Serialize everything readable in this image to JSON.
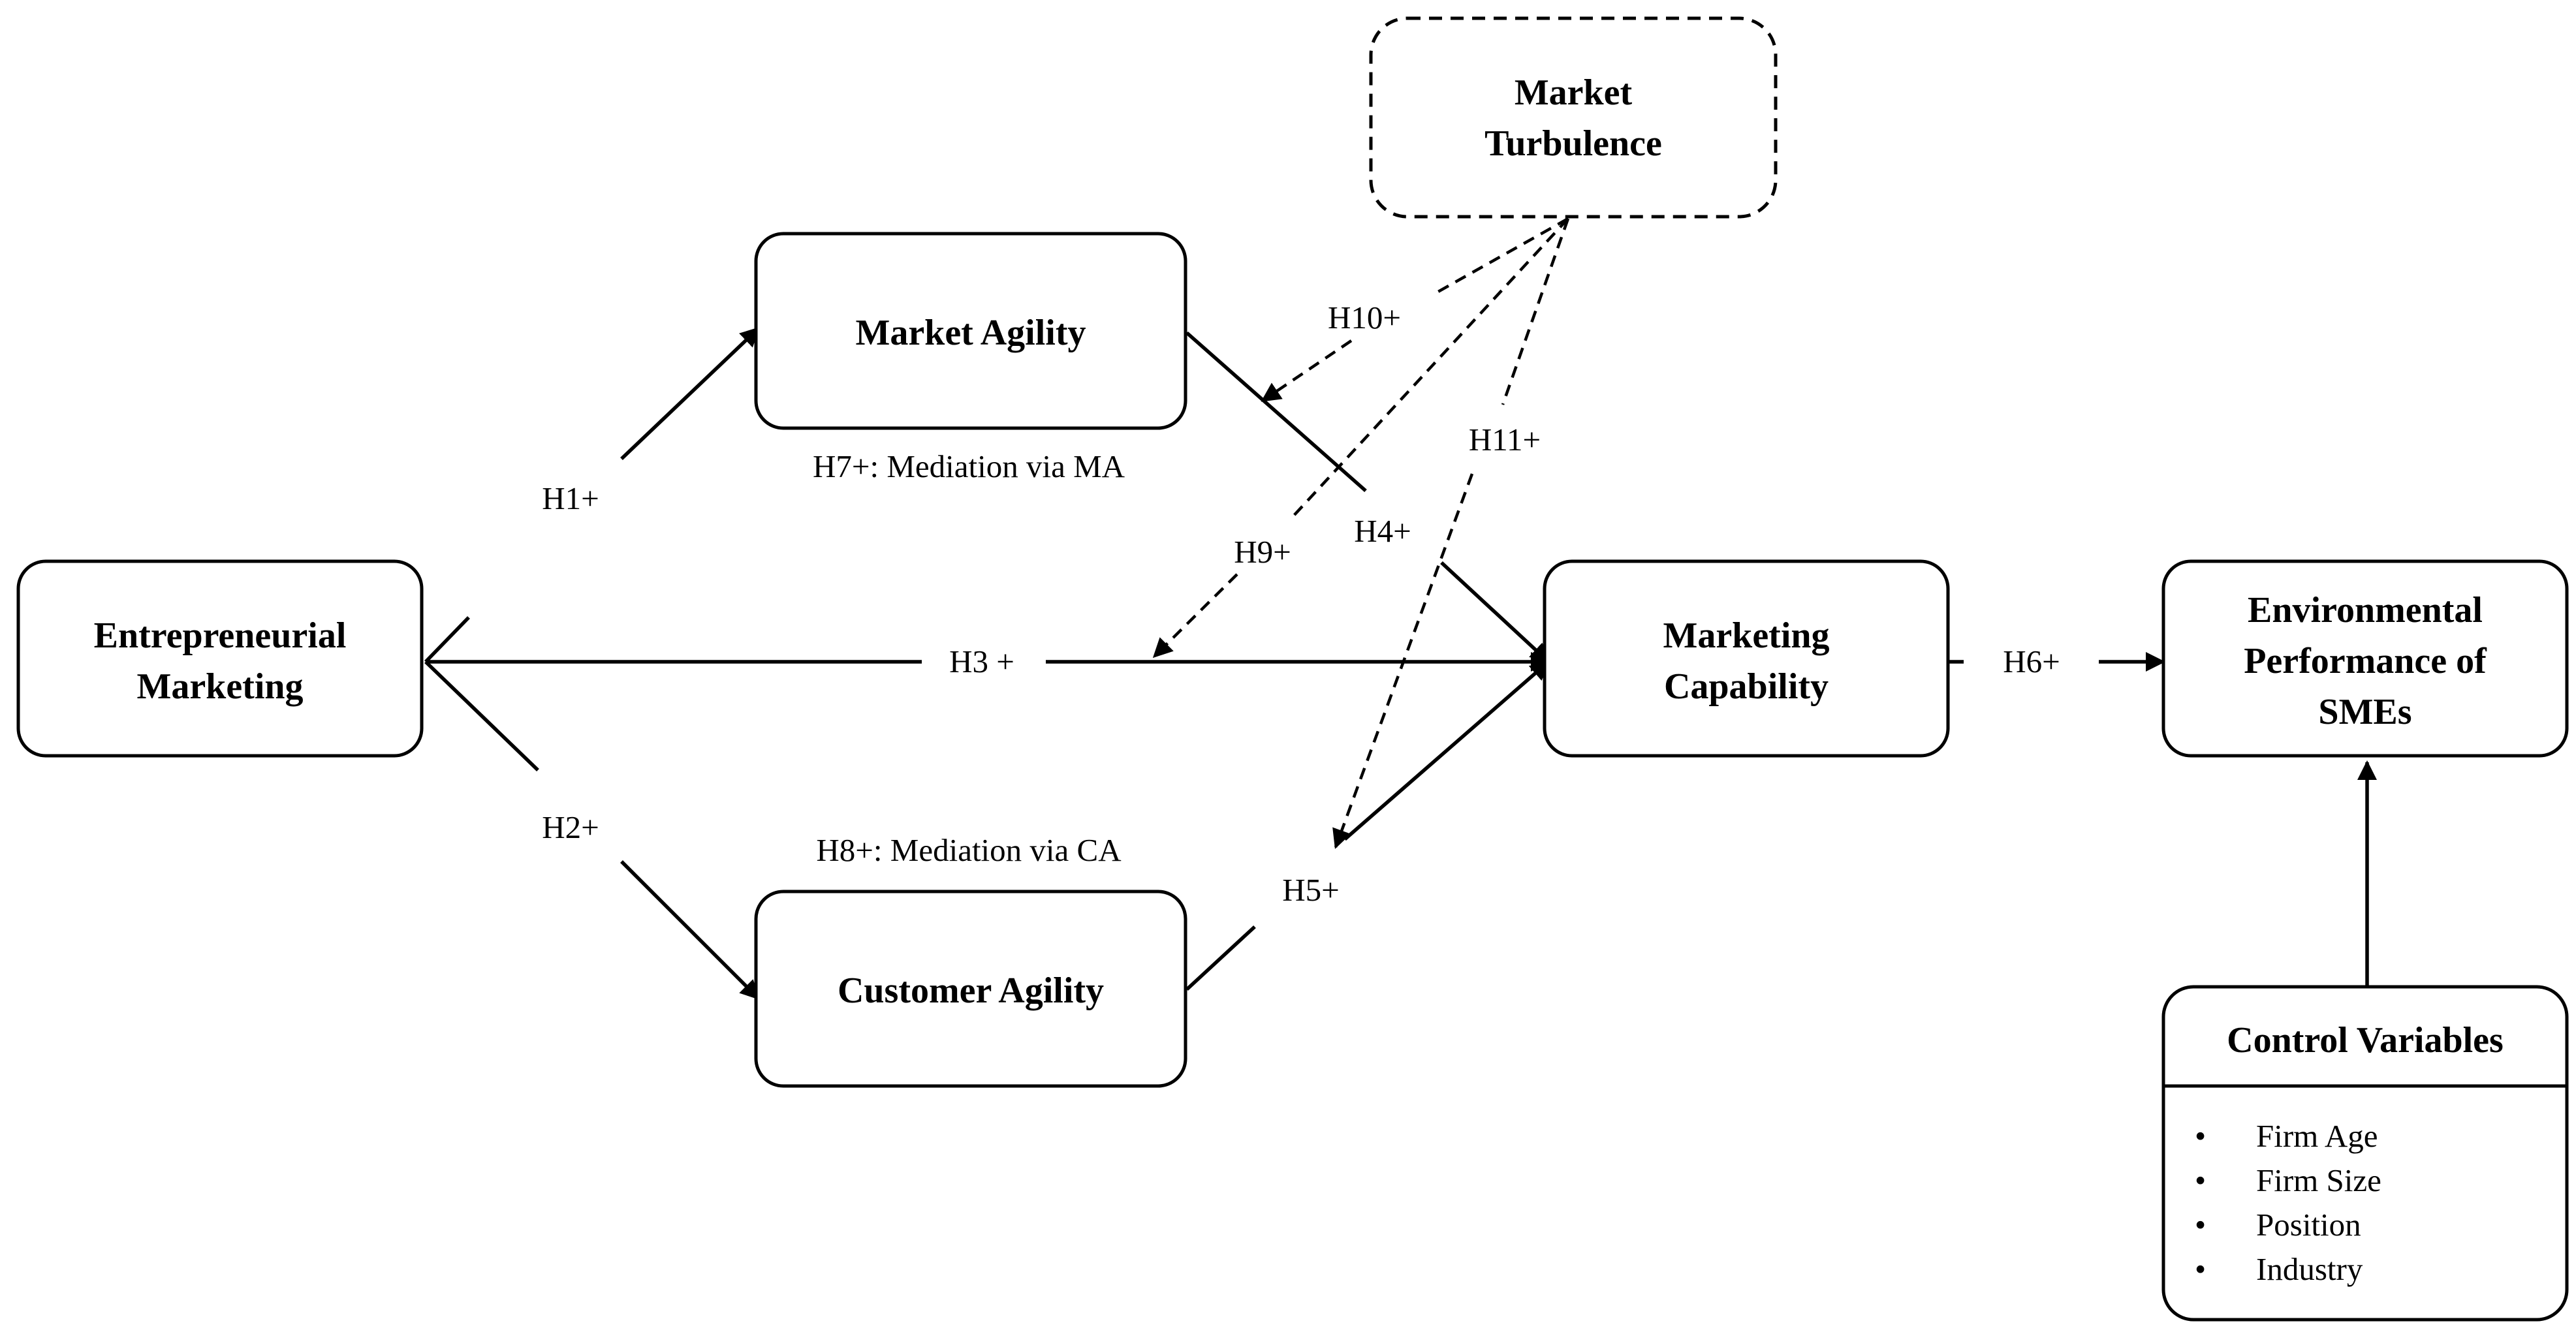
{
  "nodes": {
    "entrepreneurial_marketing": {
      "line1": "Entrepreneurial",
      "line2": "Marketing"
    },
    "market_agility": {
      "label": "Market Agility"
    },
    "customer_agility": {
      "label": "Customer Agility"
    },
    "marketing_capability": {
      "line1": "Marketing",
      "line2": "Capability"
    },
    "environmental_performance": {
      "line1": "Environmental",
      "line2": "Performance of",
      "line3": "SMEs"
    },
    "market_turbulence": {
      "line1": "Market",
      "line2": "Turbulence"
    },
    "control_variables": {
      "title": "Control Variables",
      "items": [
        "Firm Age",
        "Firm Size",
        "Position",
        "Industry"
      ]
    }
  },
  "edges": {
    "h1": "H1+",
    "h2": "H2+",
    "h3": "H3 +",
    "h4": "H4+",
    "h5": "H5+",
    "h6": "H6+",
    "h7": "H7+: Mediation via MA",
    "h8": "H8+: Mediation via CA",
    "h9": "H9+",
    "h10": "H10+",
    "h11": "H11+"
  },
  "bullet": "•"
}
